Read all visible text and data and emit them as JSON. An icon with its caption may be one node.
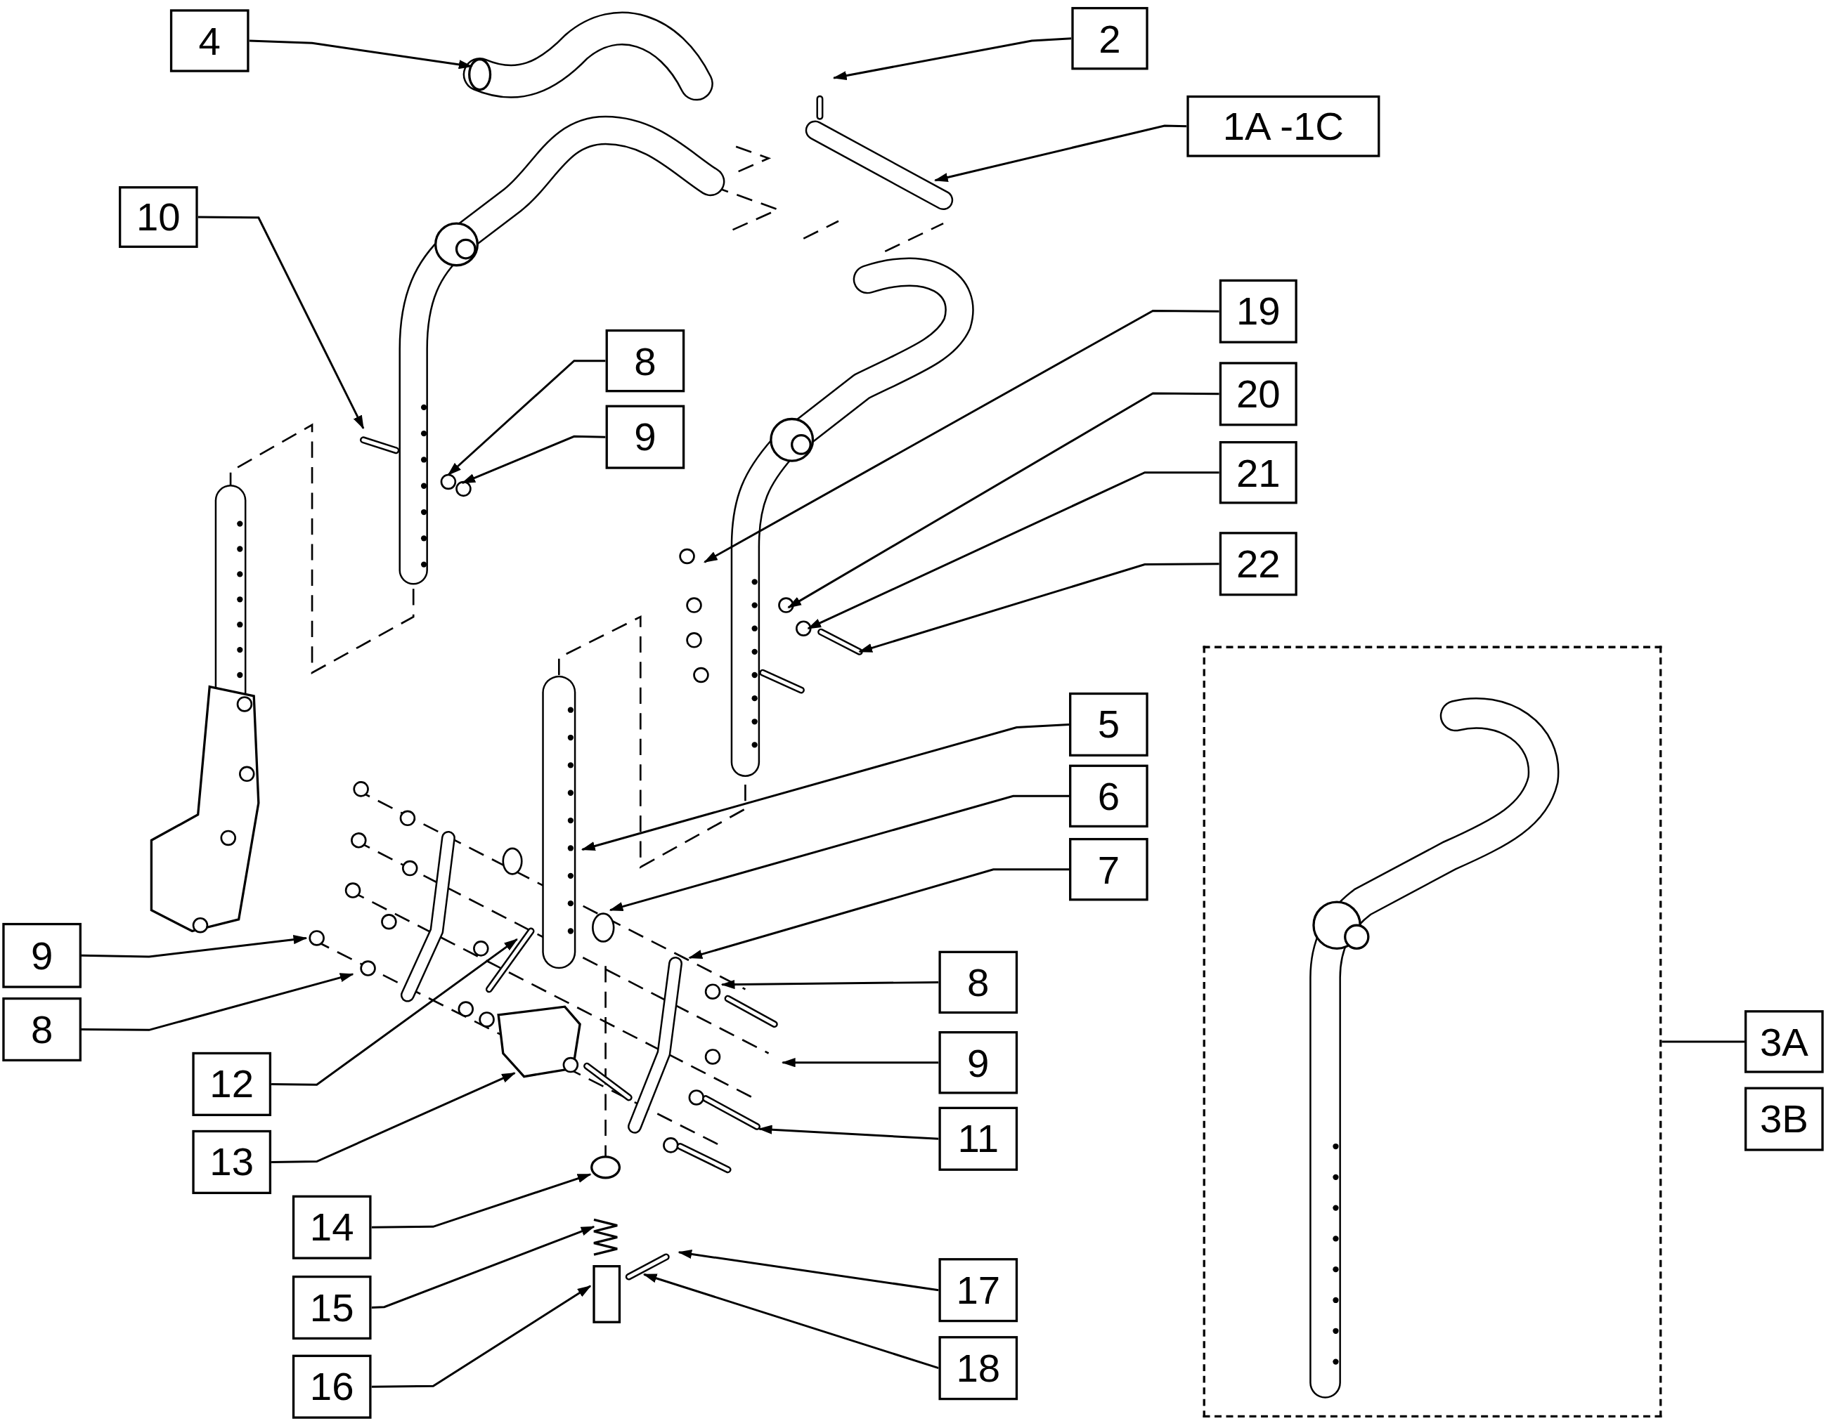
{
  "diagram": {
    "nodes": [
      {
        "text": [
          "4"
        ]
      },
      {
        "text": [
          "2"
        ]
      },
      {
        "text": [
          "1A -1C"
        ]
      },
      {
        "text": [
          "10"
        ]
      },
      {
        "text": [
          "19"
        ]
      },
      {
        "text": [
          "8"
        ]
      },
      {
        "text": [
          "20"
        ]
      },
      {
        "text": [
          "9"
        ]
      },
      {
        "text": [
          "21"
        ]
      },
      {
        "text": [
          "22"
        ]
      },
      {
        "text": [],
        "shape": "box"
      },
      {
        "text": [
          "5"
        ]
      },
      {
        "text": [
          "6"
        ]
      },
      {
        "text": [
          "7"
        ]
      },
      {
        "text": [
          "9"
        ]
      },
      {
        "text": [
          "8"
        ]
      },
      {
        "text": [
          "8"
        ]
      },
      {
        "text": [
          "3A"
        ]
      },
      {
        "text": [
          "9"
        ]
      },
      {
        "text": [
          "12"
        ]
      },
      {
        "text": [
          "3B"
        ]
      },
      {
        "text": [
          "11"
        ]
      },
      {
        "text": [
          "13"
        ]
      },
      {
        "text": [
          "14"
        ]
      },
      {
        "text": [
          "17"
        ]
      },
      {
        "text": [
          "15"
        ]
      },
      {
        "text": [
          "18"
        ]
      },
      {
        "text": [
          "16"
        ]
      }
    ],
    "edges": [
      {
        "from": 0,
        "to": null,
        "arrow": "to"
      },
      {
        "from": 1,
        "to": null,
        "arrow": "to"
      },
      {
        "from": 2,
        "to": null,
        "arrow": "to"
      },
      {
        "from": 3,
        "to": null,
        "arrow": "to"
      },
      {
        "from": 4,
        "to": null,
        "arrow": "to"
      },
      {
        "from": 5,
        "to": null,
        "arrow": "to"
      },
      {
        "from": 6,
        "to": null,
        "arrow": "to"
      },
      {
        "from": 7,
        "to": null,
        "arrow": "to"
      },
      {
        "from": 8,
        "to": null,
        "arrow": "to"
      },
      {
        "from": 9,
        "to": null,
        "arrow": "to"
      },
      {
        "from": 11,
        "to": null,
        "arrow": "to"
      },
      {
        "from": 12,
        "to": null,
        "arrow": "to"
      },
      {
        "from": 13,
        "to": null,
        "arrow": "to"
      },
      {
        "from": 14,
        "to": null,
        "arrow": "to"
      },
      {
        "from": 15,
        "to": null,
        "arrow": "to"
      },
      {
        "from": 16,
        "to": null,
        "arrow": "to"
      },
      {
        "from": 17,
        "to": 10,
        "arrow": "none"
      },
      {
        "from": 18,
        "to": null,
        "arrow": "to"
      },
      {
        "from": 19,
        "to": null,
        "arrow": "to"
      },
      {
        "from": 21,
        "to": null,
        "arrow": "to"
      },
      {
        "from": 22,
        "to": null,
        "arrow": "to"
      },
      {
        "from": 23,
        "to": null,
        "arrow": "to"
      },
      {
        "from": 24,
        "to": null,
        "arrow": "to"
      },
      {
        "from": 25,
        "to": null,
        "arrow": "to"
      },
      {
        "from": 26,
        "to": null,
        "arrow": "to"
      },
      {
        "from": 27,
        "to": null,
        "arrow": "to"
      }
    ]
  }
}
